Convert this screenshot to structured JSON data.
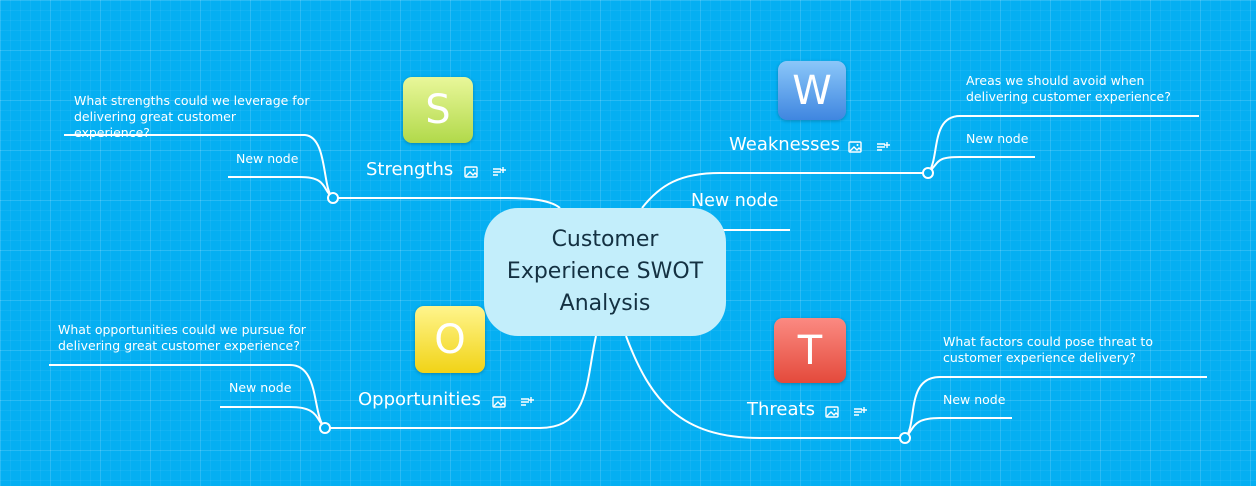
{
  "root": {
    "title": "Customer Experience SWOT Analysis"
  },
  "strengths": {
    "badge": "S",
    "label": "Strengths",
    "children": [
      "What strengths could we leverage for delivering great customer experience?",
      "New node"
    ]
  },
  "weaknesses": {
    "badge": "W",
    "label": "Weaknesses",
    "children": [
      "Areas we should avoid when delivering customer experience?",
      "New node"
    ]
  },
  "opportunities": {
    "badge": "O",
    "label": "Opportunities",
    "children": [
      "What opportunities could we pursue for delivering great customer experience?",
      "New node"
    ]
  },
  "threats": {
    "badge": "T",
    "label": "Threats",
    "children": [
      "What factors could pose threat to customer experience delivery?",
      "New node"
    ]
  },
  "extra_node": {
    "label": "New node"
  },
  "colors": {
    "background": "#05aff2",
    "root_fill": "#c3eefb",
    "strengths": "#b1d94a",
    "weaknesses": "#3f86e0",
    "opportunities": "#f1d316",
    "threats": "#e44a3b"
  },
  "icons": [
    "image-icon",
    "note-icon"
  ]
}
